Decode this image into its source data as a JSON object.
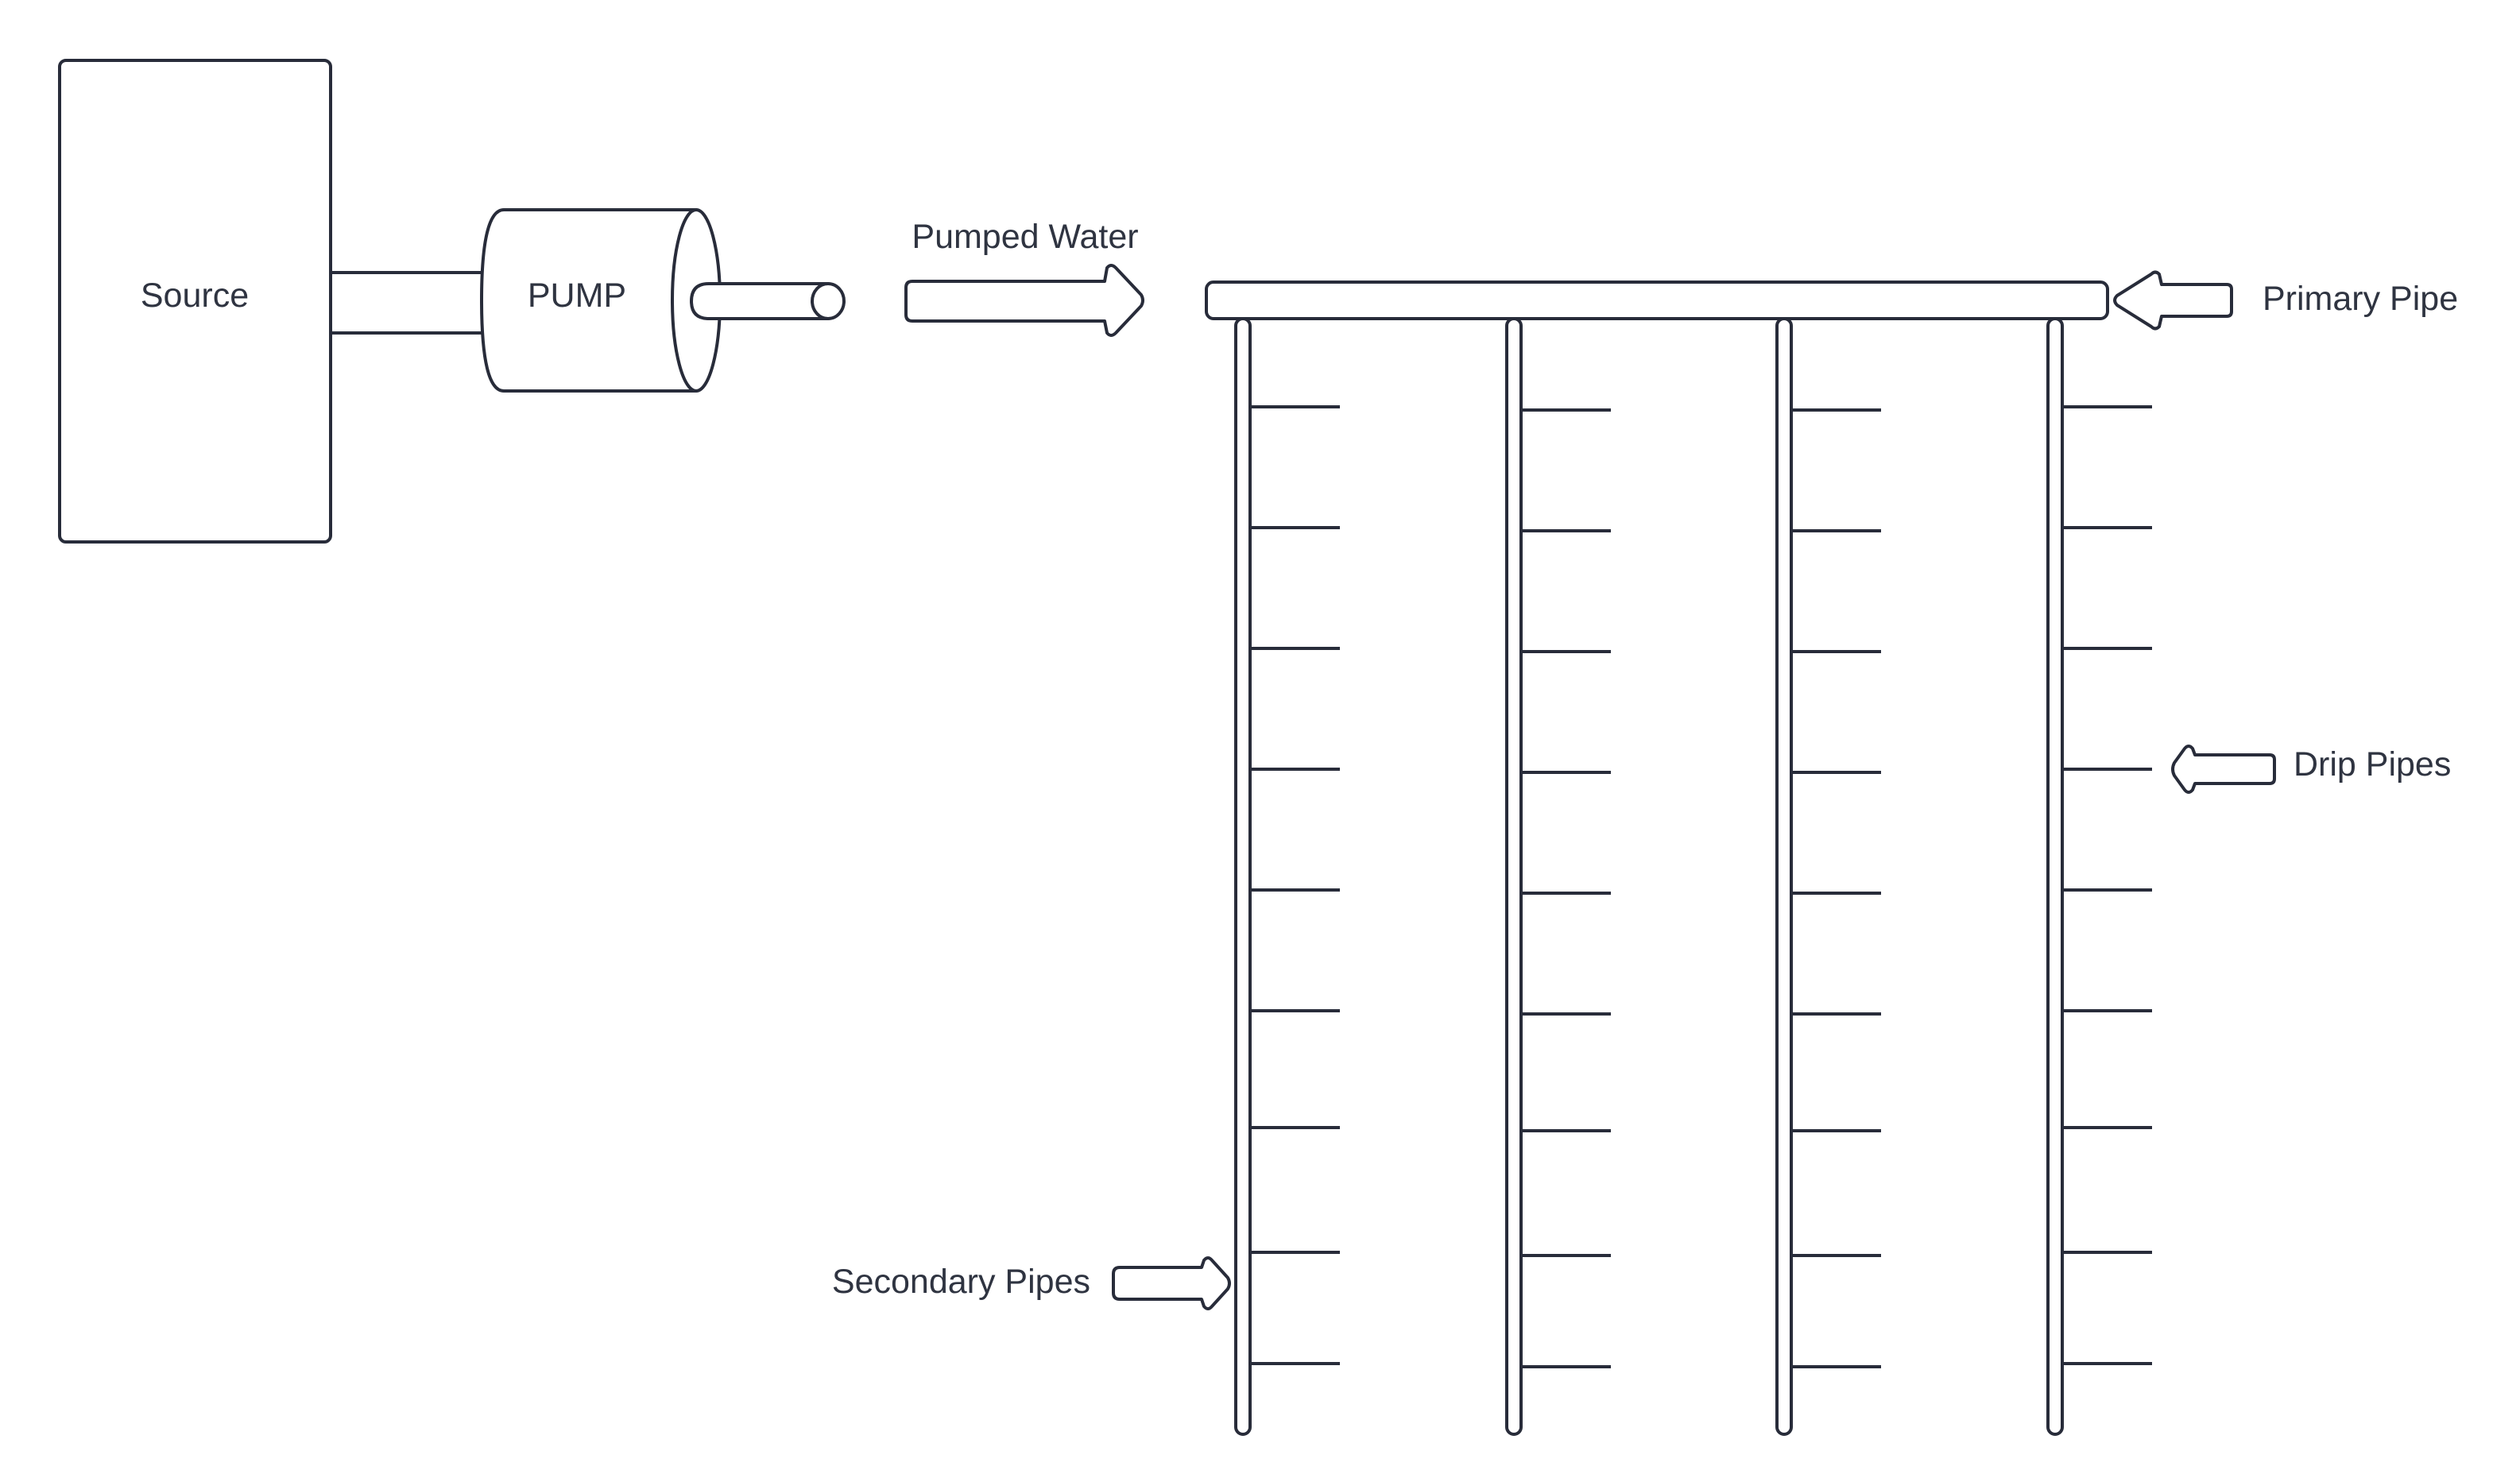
{
  "labels": {
    "source": "Source",
    "pump": "PUMP",
    "pumped_water": "Pumped Water",
    "primary_pipe": "Primary Pipe",
    "drip_pipes": "Drip Pipes",
    "secondary_pipes": "Secondary Pipes"
  },
  "colors": {
    "stroke": "#282c3a",
    "text": "#2f3441",
    "background": "#ffffff"
  },
  "structure": {
    "secondary_pipe_count": 4,
    "drip_pipes_per_secondary": 9
  }
}
